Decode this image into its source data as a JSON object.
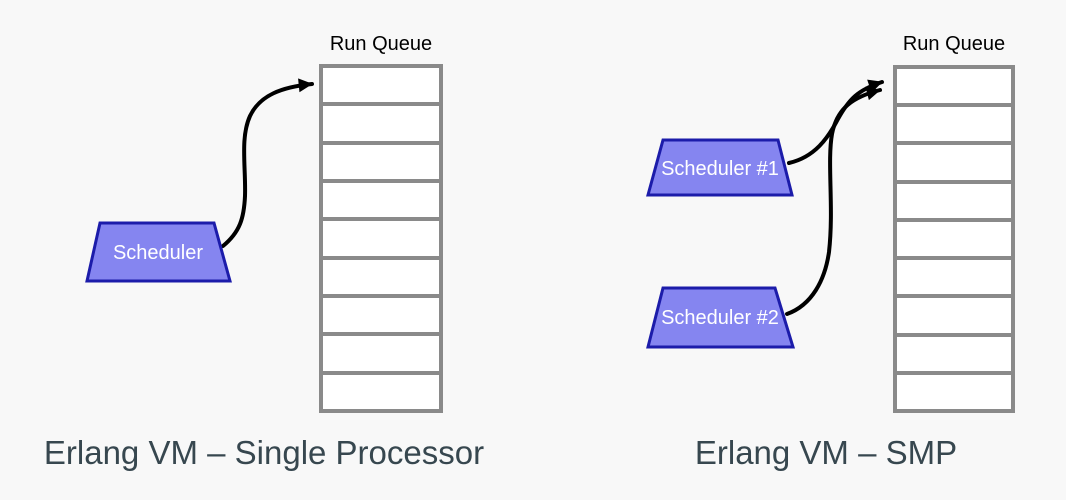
{
  "colors": {
    "background": "#f8f8f8",
    "queue_border": "#8a8a8a",
    "queue_cell_fill": "#ffffff",
    "scheduler_fill": "#8585f0",
    "scheduler_border": "#1c1caa",
    "scheduler_text": "#ffffff",
    "arrow": "#000000",
    "caption_text": "#37474f",
    "queue_label_text": "#000000"
  },
  "panels": [
    {
      "id": "single-processor",
      "queue_label": "Run Queue",
      "queue_cells": 9,
      "schedulers": [
        {
          "label": "Scheduler"
        }
      ],
      "caption": "Erlang VM – Single Processor"
    },
    {
      "id": "smp",
      "queue_label": "Run Queue",
      "queue_cells": 9,
      "schedulers": [
        {
          "label": "Scheduler #1"
        },
        {
          "label": "Scheduler #2"
        }
      ],
      "caption": "Erlang VM – SMP"
    }
  ]
}
